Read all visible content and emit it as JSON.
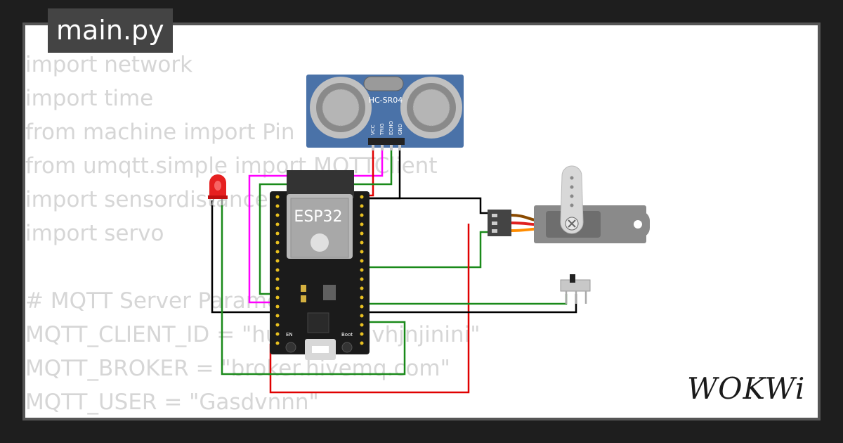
{
  "tab": {
    "filename": "main.py"
  },
  "code_lines": [
    "import network",
    "import time",
    "from machine import Pin",
    "from umqtt.simple import MQTTClient",
    "import sensordistance",
    "import servo",
    "",
    "# MQTT Server Parameters",
    "MQTT_CLIENT_ID = \"hurxvyjxfvjvhjnjinini\"",
    "MQTT_BROKER = \"broker.hivemq.com\"",
    "MQTT_USER = \"Gasdvnnn\""
  ],
  "sensor": {
    "label": "HC-SR04",
    "pins": [
      "VCC",
      "TRIG",
      "ECHO",
      "GND"
    ]
  },
  "board": {
    "label": "ESP32",
    "btn_en": "EN",
    "btn_boot": "Boot"
  },
  "logo": {
    "text": "WOKWi"
  },
  "colors": {
    "sensor_blue": "#4a72a8",
    "board": "#1b1b1b",
    "wire_red": "#e00000",
    "wire_black": "#000000",
    "wire_green": "#1a8a1a",
    "wire_magenta": "#ff00ff",
    "led_red": "#e62020",
    "servo_gray": "#8a8a8a"
  }
}
